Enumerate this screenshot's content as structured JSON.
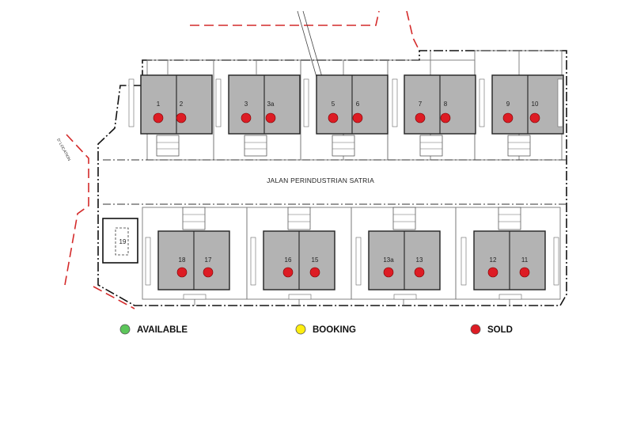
{
  "road": {
    "name": "JALAN PERINDUSTRIAN SATRIA"
  },
  "side_note": "D' LOCATION",
  "units_top": [
    {
      "id": "1",
      "status": "sold"
    },
    {
      "id": "2",
      "status": "sold"
    },
    {
      "id": "3",
      "status": "sold"
    },
    {
      "id": "3a",
      "status": "sold"
    },
    {
      "id": "5",
      "status": "sold"
    },
    {
      "id": "6",
      "status": "sold"
    },
    {
      "id": "7",
      "status": "sold"
    },
    {
      "id": "8",
      "status": "sold"
    },
    {
      "id": "9",
      "status": "sold"
    },
    {
      "id": "10",
      "status": "sold"
    }
  ],
  "units_bottom": [
    {
      "id": "18",
      "status": "sold"
    },
    {
      "id": "17",
      "status": "sold"
    },
    {
      "id": "16",
      "status": "sold"
    },
    {
      "id": "15",
      "status": "sold"
    },
    {
      "id": "13a",
      "status": "sold"
    },
    {
      "id": "13",
      "status": "sold"
    },
    {
      "id": "12",
      "status": "sold"
    },
    {
      "id": "11",
      "status": "sold"
    }
  ],
  "substation": {
    "id": "19"
  },
  "legend": [
    {
      "key": "available",
      "label": "AVAILABLE",
      "color": "#5cc65a"
    },
    {
      "key": "booking",
      "label": "BOOKING",
      "color": "#ffee10"
    },
    {
      "key": "sold",
      "label": "SOLD",
      "color": "#dd1c24"
    }
  ]
}
